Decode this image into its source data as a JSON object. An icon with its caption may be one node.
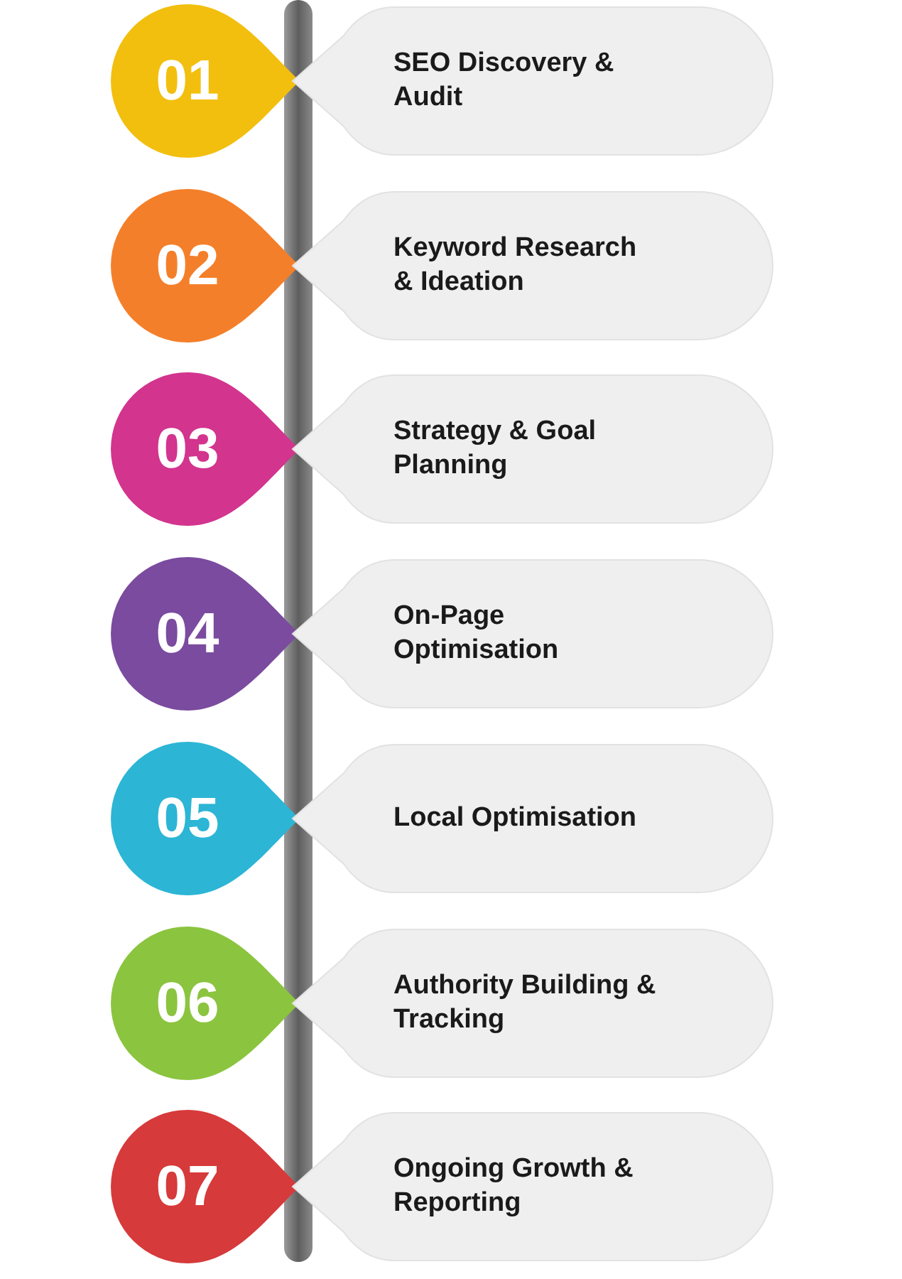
{
  "diagram": {
    "nodes": [
      {
        "text": [
          "01"
        ]
      },
      {
        "text": [
          "SEO Discovery & Audit"
        ]
      },
      {
        "text": [
          "02"
        ]
      },
      {
        "text": [
          "Keyword Research & Ideation"
        ]
      },
      {
        "text": [
          "03"
        ]
      },
      {
        "text": [
          "Strategy & Goal Planning"
        ]
      },
      {
        "text": [
          "04"
        ]
      },
      {
        "text": [
          "On-Page Optimisation"
        ]
      },
      {
        "text": [
          "05"
        ]
      },
      {
        "text": [
          "Local Optimisation"
        ]
      },
      {
        "text": [
          "06"
        ]
      },
      {
        "text": [
          "Authority Building & Tracking"
        ]
      },
      {
        "text": [
          "07"
        ]
      },
      {
        "text": [
          "Ongoing Growth & Reporting"
        ]
      },
      {
        "text": [],
        "shape": "bar"
      }
    ]
  }
}
